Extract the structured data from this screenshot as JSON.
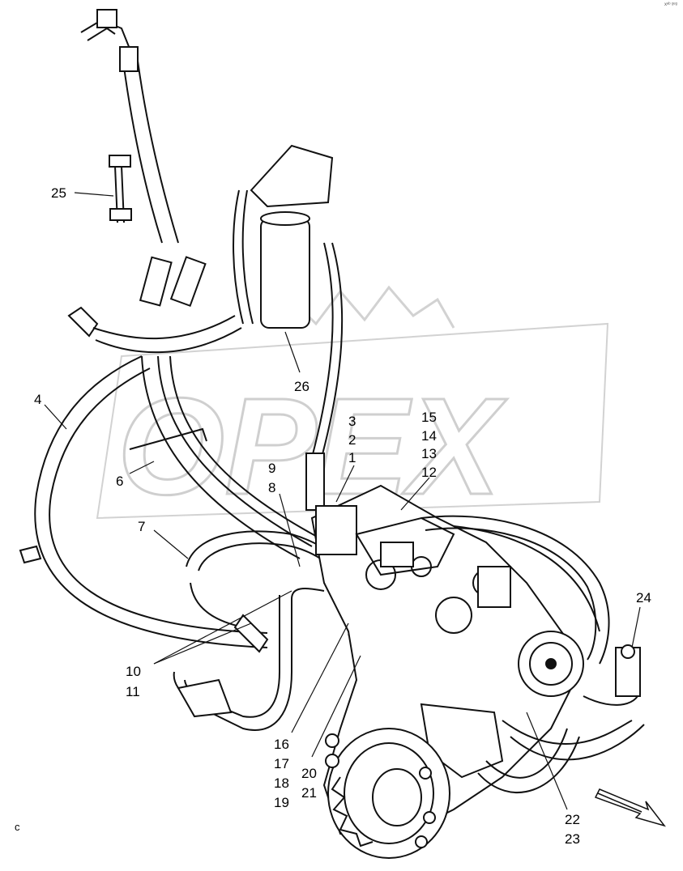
{
  "watermark": "OPEX",
  "corner_code": "xᵃᵇ ᵍᵉᵍ",
  "left_mark": "c",
  "callouts": {
    "c1": "1",
    "c2": "2",
    "c3": "3",
    "c4": "4",
    "c6": "6",
    "c7": "7",
    "c8": "8",
    "c9": "9",
    "c10": "10",
    "c11": "11",
    "c12": "12",
    "c13": "13",
    "c14": "14",
    "c15": "15",
    "c16": "16",
    "c17": "17",
    "c18": "18",
    "c19": "19",
    "c20": "20",
    "c21": "21",
    "c22": "22",
    "c23": "23",
    "c24": "24",
    "c25": "25",
    "c26": "26"
  }
}
